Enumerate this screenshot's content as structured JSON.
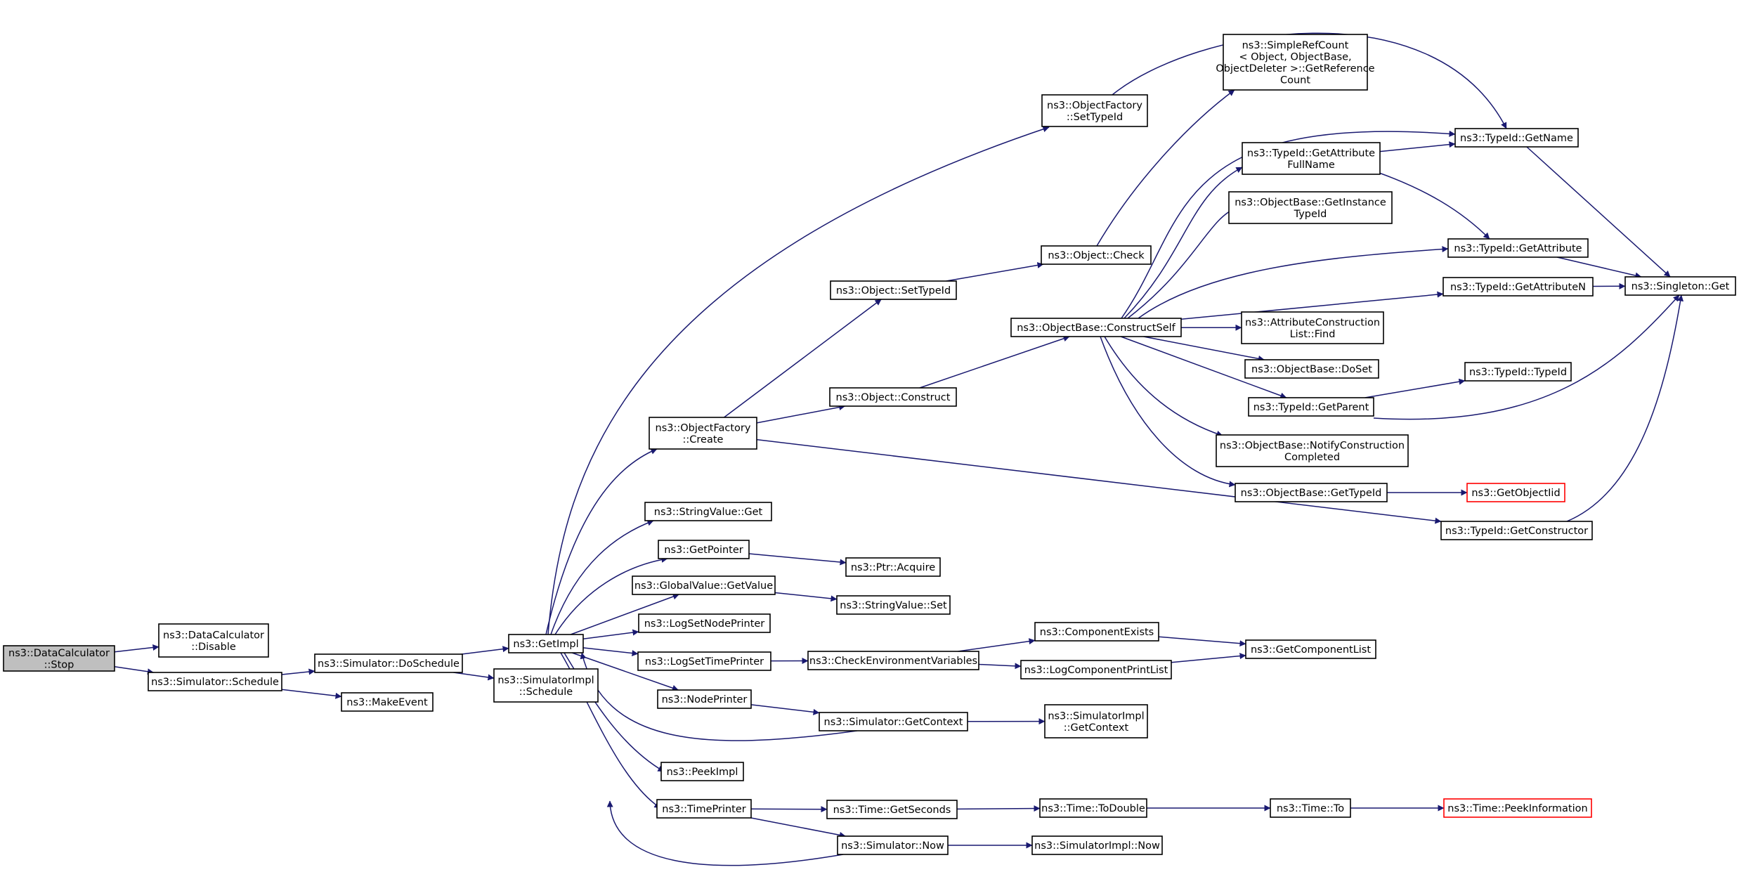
{
  "colors": {
    "edge": "#191970",
    "node_border": "#000000",
    "root_fill": "#bfbfbf",
    "missing_border": "#ff0000"
  },
  "nodes": [
    {
      "id": "stop",
      "lines": [
        "ns3::DataCalculator",
        "::Stop"
      ],
      "root": true
    },
    {
      "id": "disable",
      "lines": [
        "ns3::DataCalculator",
        "::Disable"
      ]
    },
    {
      "id": "schedule",
      "lines": [
        "ns3::Simulator::Schedule"
      ]
    },
    {
      "id": "doschedule",
      "lines": [
        "ns3::Simulator::DoSchedule"
      ]
    },
    {
      "id": "makeevent",
      "lines": [
        "ns3::MakeEvent"
      ]
    },
    {
      "id": "getimpl",
      "lines": [
        "ns3::GetImpl"
      ]
    },
    {
      "id": "simimplschedule",
      "lines": [
        "ns3::SimulatorImpl",
        "::Schedule"
      ]
    },
    {
      "id": "ofcreate",
      "lines": [
        "ns3::ObjectFactory",
        "::Create"
      ]
    },
    {
      "id": "stringget",
      "lines": [
        "ns3::StringValue::Get"
      ]
    },
    {
      "id": "getpointer",
      "lines": [
        "ns3::GetPointer"
      ]
    },
    {
      "id": "globalget",
      "lines": [
        "ns3::GlobalValue::GetValue"
      ]
    },
    {
      "id": "logsetnode",
      "lines": [
        "ns3::LogSetNodePrinter"
      ]
    },
    {
      "id": "logsettime",
      "lines": [
        "ns3::LogSetTimePrinter"
      ]
    },
    {
      "id": "nodeprinter",
      "lines": [
        "ns3::NodePrinter"
      ]
    },
    {
      "id": "peekimpl",
      "lines": [
        "ns3::PeekImpl"
      ]
    },
    {
      "id": "timeprinter",
      "lines": [
        "ns3::TimePrinter"
      ]
    },
    {
      "id": "ofsettypeid",
      "lines": [
        "ns3::ObjectFactory",
        "::SetTypeId"
      ]
    },
    {
      "id": "objsettypeid",
      "lines": [
        "ns3::Object::SetTypeId"
      ]
    },
    {
      "id": "objconstruct",
      "lines": [
        "ns3::Object::Construct"
      ]
    },
    {
      "id": "ptracquire",
      "lines": [
        "ns3::Ptr::Acquire"
      ]
    },
    {
      "id": "stringset",
      "lines": [
        "ns3::StringValue::Set"
      ]
    },
    {
      "id": "checkenv",
      "lines": [
        "ns3::CheckEnvironmentVariables"
      ]
    },
    {
      "id": "simgetcontext",
      "lines": [
        "ns3::Simulator::GetContext"
      ]
    },
    {
      "id": "timegetseconds",
      "lines": [
        "ns3::Time::GetSeconds"
      ]
    },
    {
      "id": "simnow",
      "lines": [
        "ns3::Simulator::Now"
      ]
    },
    {
      "id": "simplerefcount",
      "lines": [
        "ns3::SimpleRefCount",
        "< Object, ObjectBase,",
        "ObjectDeleter >::GetReference",
        "Count"
      ]
    },
    {
      "id": "objcheck",
      "lines": [
        "ns3::Object::Check"
      ]
    },
    {
      "id": "constructself",
      "lines": [
        "ns3::ObjectBase::ConstructSelf"
      ]
    },
    {
      "id": "componentexists",
      "lines": [
        "ns3::ComponentExists"
      ]
    },
    {
      "id": "logcompprint",
      "lines": [
        "ns3::LogComponentPrintList"
      ]
    },
    {
      "id": "simimplgetcontext",
      "lines": [
        "ns3::SimulatorImpl",
        "::GetContext"
      ]
    },
    {
      "id": "timetodouble",
      "lines": [
        "ns3::Time::ToDouble"
      ]
    },
    {
      "id": "simimplnow",
      "lines": [
        "ns3::SimulatorImpl::Now"
      ]
    },
    {
      "id": "getattrfullname",
      "lines": [
        "ns3::TypeId::GetAttribute",
        "FullName"
      ]
    },
    {
      "id": "getinstancetypeid",
      "lines": [
        "ns3::ObjectBase::GetInstance",
        "TypeId"
      ]
    },
    {
      "id": "attrconstlistfind",
      "lines": [
        "ns3::AttributeConstruction",
        "List::Find"
      ]
    },
    {
      "id": "objbasedoset",
      "lines": [
        "ns3::ObjectBase::DoSet"
      ]
    },
    {
      "id": "typeidgetparent",
      "lines": [
        "ns3::TypeId::GetParent"
      ]
    },
    {
      "id": "notifyconstruction",
      "lines": [
        "ns3::ObjectBase::NotifyConstruction",
        "Completed"
      ]
    },
    {
      "id": "objbasegettypeid",
      "lines": [
        "ns3::ObjectBase::GetTypeId"
      ]
    },
    {
      "id": "getcomponentlist",
      "lines": [
        "ns3::GetComponentList"
      ]
    },
    {
      "id": "timeto",
      "lines": [
        "ns3::Time::To"
      ]
    },
    {
      "id": "typeidgetname",
      "lines": [
        "ns3::TypeId::GetName"
      ]
    },
    {
      "id": "typeidgetattribute",
      "lines": [
        "ns3::TypeId::GetAttribute"
      ]
    },
    {
      "id": "typeidgetattributen",
      "lines": [
        "ns3::TypeId::GetAttributeN"
      ]
    },
    {
      "id": "typeidtypeid",
      "lines": [
        "ns3::TypeId::TypeId"
      ]
    },
    {
      "id": "getobjectiid",
      "lines": [
        "ns3::GetObjectIid"
      ],
      "missing": true
    },
    {
      "id": "typeidgetconstructor",
      "lines": [
        "ns3::TypeId::GetConstructor"
      ]
    },
    {
      "id": "timepeekinfo",
      "lines": [
        "ns3::Time::PeekInformation"
      ],
      "missing": true
    },
    {
      "id": "singletonget",
      "lines": [
        "ns3::Singleton::Get"
      ]
    }
  ],
  "edges": [
    [
      "stop",
      "disable"
    ],
    [
      "stop",
      "schedule"
    ],
    [
      "schedule",
      "doschedule"
    ],
    [
      "schedule",
      "makeevent"
    ],
    [
      "doschedule",
      "getimpl"
    ],
    [
      "doschedule",
      "simimplschedule"
    ],
    [
      "getimpl",
      "ofcreate"
    ],
    [
      "getimpl",
      "ofsettypeid"
    ],
    [
      "getimpl",
      "stringget"
    ],
    [
      "getimpl",
      "getpointer"
    ],
    [
      "getimpl",
      "globalget"
    ],
    [
      "getimpl",
      "logsetnode"
    ],
    [
      "getimpl",
      "logsettime"
    ],
    [
      "getimpl",
      "nodeprinter"
    ],
    [
      "getimpl",
      "peekimpl"
    ],
    [
      "getimpl",
      "timeprinter"
    ],
    [
      "ofcreate",
      "objsettypeid"
    ],
    [
      "ofcreate",
      "objconstruct"
    ],
    [
      "ofcreate",
      "typeidgetconstructor"
    ],
    [
      "ofsettypeid",
      "typeidgetname"
    ],
    [
      "objsettypeid",
      "objcheck"
    ],
    [
      "objcheck",
      "simplerefcount"
    ],
    [
      "objconstruct",
      "constructself"
    ],
    [
      "constructself",
      "typeidgetname"
    ],
    [
      "constructself",
      "getattrfullname"
    ],
    [
      "constructself",
      "getinstancetypeid"
    ],
    [
      "constructself",
      "typeidgetattribute"
    ],
    [
      "constructself",
      "typeidgetattributen"
    ],
    [
      "constructself",
      "attrconstlistfind"
    ],
    [
      "constructself",
      "objbasedoset"
    ],
    [
      "constructself",
      "typeidgetparent"
    ],
    [
      "constructself",
      "notifyconstruction"
    ],
    [
      "constructself",
      "objbasegettypeid"
    ],
    [
      "getattrfullname",
      "typeidgetname"
    ],
    [
      "getattrfullname",
      "typeidgetattribute"
    ],
    [
      "typeidgetname",
      "singletonget"
    ],
    [
      "typeidgetattribute",
      "singletonget"
    ],
    [
      "typeidgetattributen",
      "singletonget"
    ],
    [
      "typeidgetparent",
      "typeidtypeid"
    ],
    [
      "typeidgetparent",
      "singletonget"
    ],
    [
      "objbasegettypeid",
      "getobjectiid"
    ],
    [
      "typeidgetconstructor",
      "singletonget"
    ],
    [
      "getpointer",
      "ptracquire"
    ],
    [
      "globalget",
      "stringset"
    ],
    [
      "logsettime",
      "checkenv"
    ],
    [
      "checkenv",
      "componentexists"
    ],
    [
      "checkenv",
      "logcompprint"
    ],
    [
      "componentexists",
      "getcomponentlist"
    ],
    [
      "logcompprint",
      "getcomponentlist"
    ],
    [
      "nodeprinter",
      "simgetcontext"
    ],
    [
      "simgetcontext",
      "getimpl"
    ],
    [
      "simgetcontext",
      "simimplgetcontext"
    ],
    [
      "timeprinter",
      "timegetseconds"
    ],
    [
      "timeprinter",
      "simnow"
    ],
    [
      "timegetseconds",
      "timetodouble"
    ],
    [
      "timetodouble",
      "timeto"
    ],
    [
      "timeto",
      "timepeekinfo"
    ],
    [
      "simnow",
      "getimpl"
    ],
    [
      "simnow",
      "simimplnow"
    ]
  ]
}
